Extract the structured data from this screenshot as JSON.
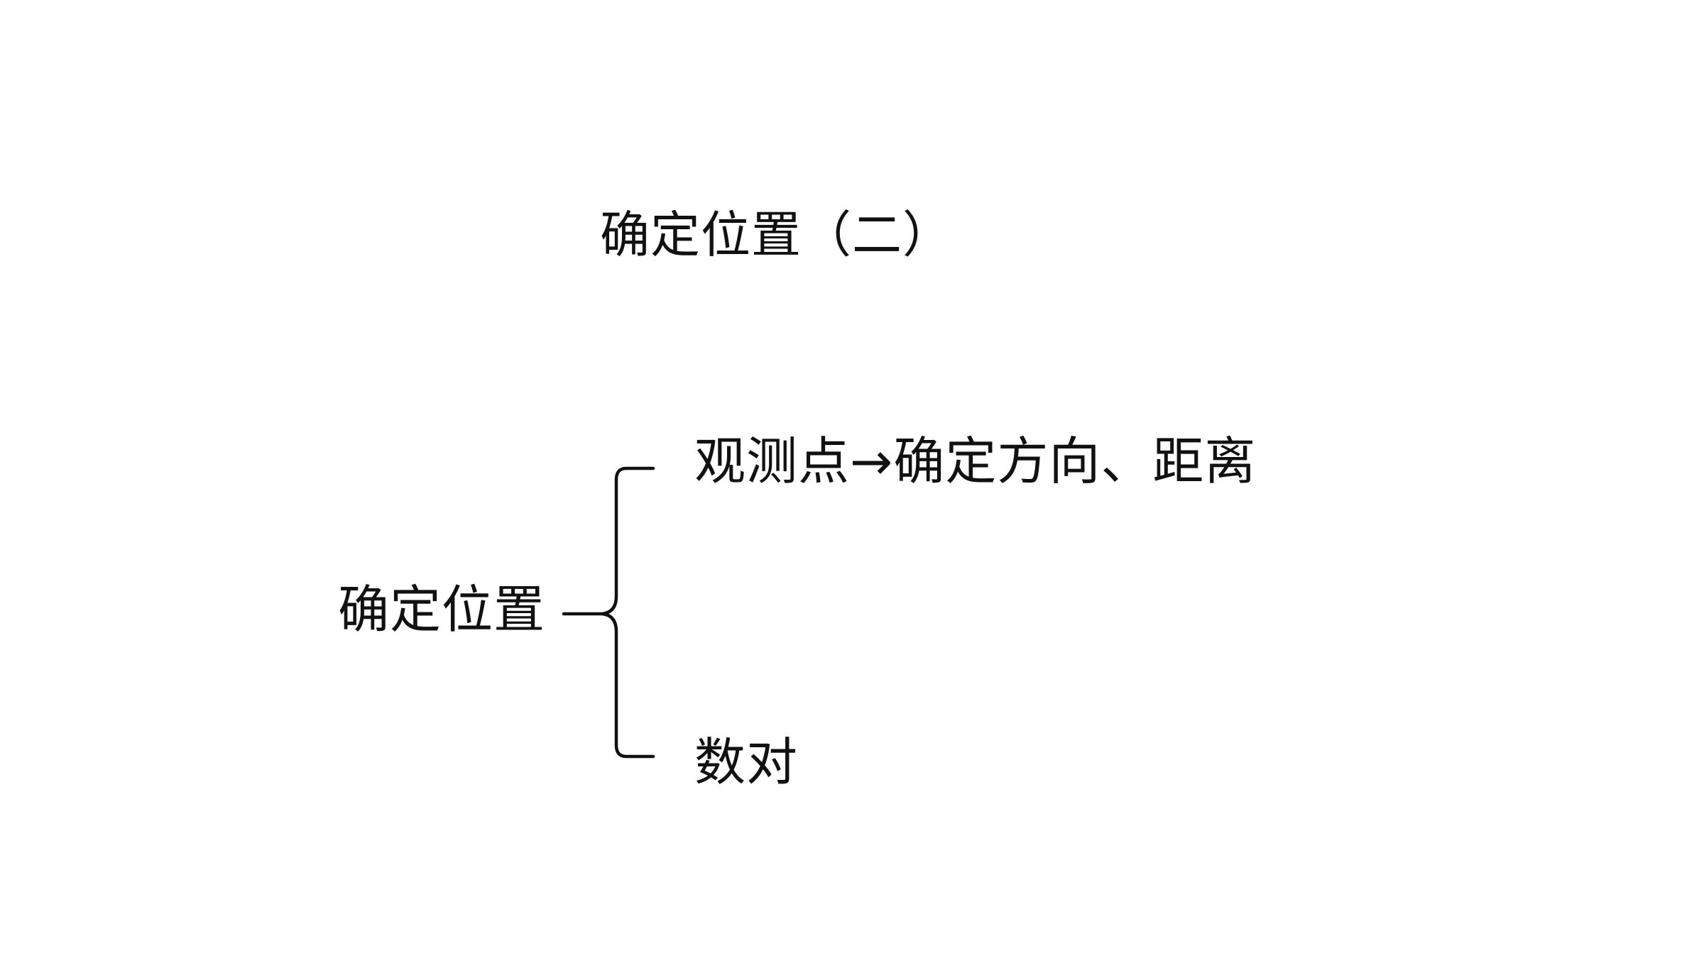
{
  "slide": {
    "title": "确定位置（二）",
    "root": "确定位置",
    "branches": [
      {
        "label": "观测点→确定方向、距离"
      },
      {
        "label": "数对"
      }
    ]
  }
}
